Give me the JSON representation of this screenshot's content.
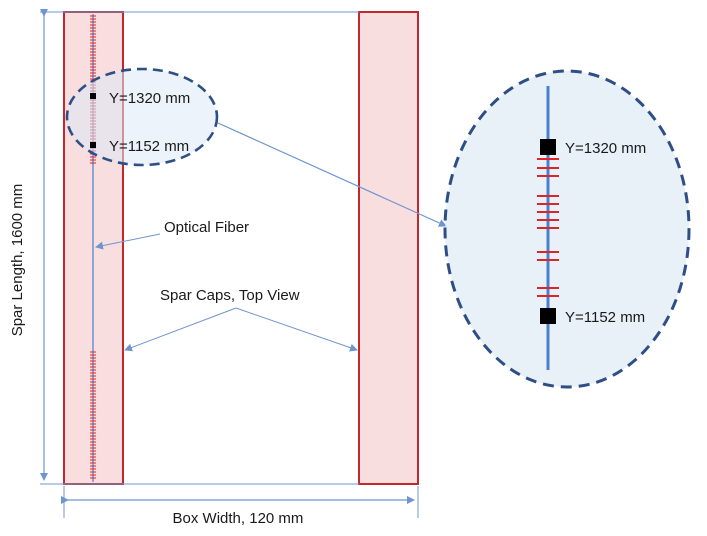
{
  "labels": {
    "spar_length": "Spar Length, 1600 mm",
    "box_width": "Box Width, 120 mm",
    "optical_fiber": "Optical Fiber",
    "spar_caps": "Spar Caps, Top View",
    "y_top_small": "Y=1320 mm",
    "y_bottom_small": "Y=1152 mm",
    "y_top_zoom": "Y=1320 mm",
    "y_bottom_zoom": "Y=1152 mm"
  },
  "colors": {
    "spar_cap_fill": "#f8dede",
    "spar_cap_stroke": "#c0282d",
    "fiber": "#4a7fd0",
    "ellipse_stroke": "#2e4e86",
    "ellipse_fill": "#dce9f5",
    "dimension_line": "#6f95cf",
    "grating": "#e0242a",
    "marker": "#000000"
  }
}
